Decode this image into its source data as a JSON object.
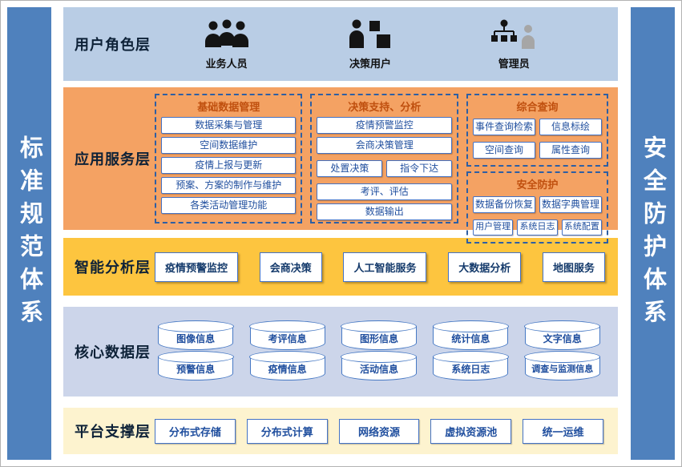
{
  "colors": {
    "sidebar": "#4f81bd",
    "user_layer_bg": "#b9cde5",
    "app_layer_bg": "#f4a263",
    "analysis_layer_bg": "#fdc53f",
    "data_layer_bg": "#ccd5ea",
    "platform_layer_bg": "#fdf3cf",
    "box_border": "#4472c4",
    "box_text": "#1f4e9e",
    "group_title": "#c0500f"
  },
  "side": {
    "left": "标准规范体系",
    "right": "安全防护体系"
  },
  "user_layer": {
    "label": "用户角色层",
    "roles": [
      {
        "name": "业务人员",
        "icon": "business-users-icon"
      },
      {
        "name": "决策用户",
        "icon": "decision-user-icon"
      },
      {
        "name": "管理员",
        "icon": "admin-network-icon"
      }
    ]
  },
  "app_layer": {
    "label": "应用服务层",
    "group1": {
      "title": "基础数据管理",
      "items": [
        "数据采集与管理",
        "空间数据维护",
        "疫情上报与更新",
        "预案、方案的制作与维护",
        "各类活动管理功能"
      ]
    },
    "group2": {
      "title": "决策支持、分析",
      "items": [
        "疫情预警监控",
        "会商决策管理",
        "处置决策",
        "指令下达",
        "考评、评估",
        "数据输出"
      ]
    },
    "group3": {
      "title": "综合查询",
      "items": [
        "事件查询检索",
        "信息标绘",
        "空间查询",
        "属性查询"
      ]
    },
    "group4": {
      "title": "安全防护",
      "items": [
        "数据备份恢复",
        "数据字典管理",
        "用户管理",
        "系统日志",
        "系统配置"
      ]
    }
  },
  "analysis_layer": {
    "label": "智能分析层",
    "items": [
      "疫情预警监控",
      "会商决策",
      "人工智能服务",
      "大数据分析",
      "地图服务"
    ]
  },
  "data_layer": {
    "label": "核心数据层",
    "row1": [
      "图像信息",
      "考评信息",
      "图形信息",
      "统计信息",
      "文字信息"
    ],
    "row2": [
      "预警信息",
      "疫情信息",
      "活动信息",
      "系统日志",
      "调查与监测信息"
    ]
  },
  "platform_layer": {
    "label": "平台支撑层",
    "items": [
      "分布式存储",
      "分布式计算",
      "网络资源",
      "虚拟资源池",
      "统一运维"
    ]
  }
}
